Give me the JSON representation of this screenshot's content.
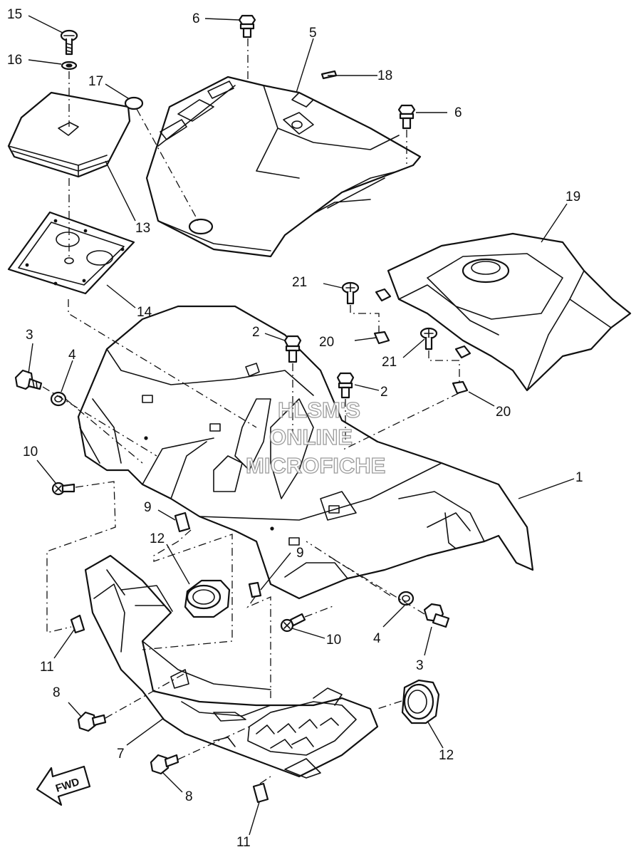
{
  "callouts": [
    {
      "label": "15"
    },
    {
      "label": "16"
    },
    {
      "label": "17"
    },
    {
      "label": "6"
    },
    {
      "label": "5"
    },
    {
      "label": "18"
    },
    {
      "label": "6"
    },
    {
      "label": "13"
    },
    {
      "label": "14"
    },
    {
      "label": "19"
    },
    {
      "label": "21"
    },
    {
      "label": "3"
    },
    {
      "label": "4"
    },
    {
      "label": "2"
    },
    {
      "label": "20"
    },
    {
      "label": "21"
    },
    {
      "label": "2"
    },
    {
      "label": "20"
    },
    {
      "label": "10"
    },
    {
      "label": "1"
    },
    {
      "label": "9"
    },
    {
      "label": "12"
    },
    {
      "label": "9"
    },
    {
      "label": "4"
    },
    {
      "label": "3"
    },
    {
      "label": "10"
    },
    {
      "label": "11"
    },
    {
      "label": "8"
    },
    {
      "label": "7"
    },
    {
      "label": "12"
    },
    {
      "label": "8"
    },
    {
      "label": "11"
    }
  ],
  "watermark": {
    "line1": "HLSM'S",
    "line2": "ONLINE",
    "line3": "MICROFICHE"
  },
  "fwd_label": "FWD",
  "colors": {
    "ink": "#111111",
    "background": "#ffffff",
    "watermark_stroke": "#8a8a8a"
  }
}
